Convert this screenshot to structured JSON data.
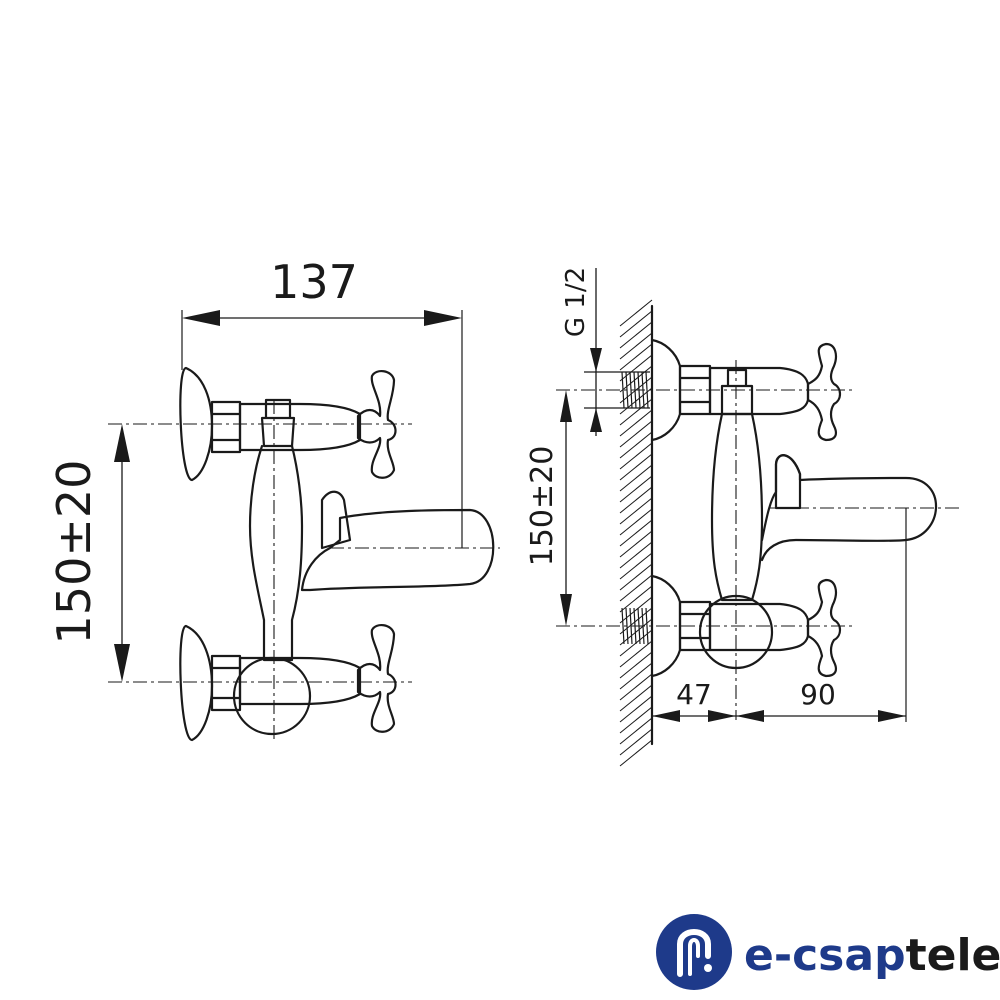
{
  "dimensions": {
    "front_width": "137",
    "front_spacing": "150±20",
    "side_thread": "G 1/2",
    "side_spacing": "150±20",
    "wall_offset": "47",
    "spout_reach": "90"
  },
  "brand": {
    "part_e": "e-csap",
    "part_telep": "telep",
    "color_primary": "#1e3a8a",
    "color_accent": "#1a1a1a"
  }
}
